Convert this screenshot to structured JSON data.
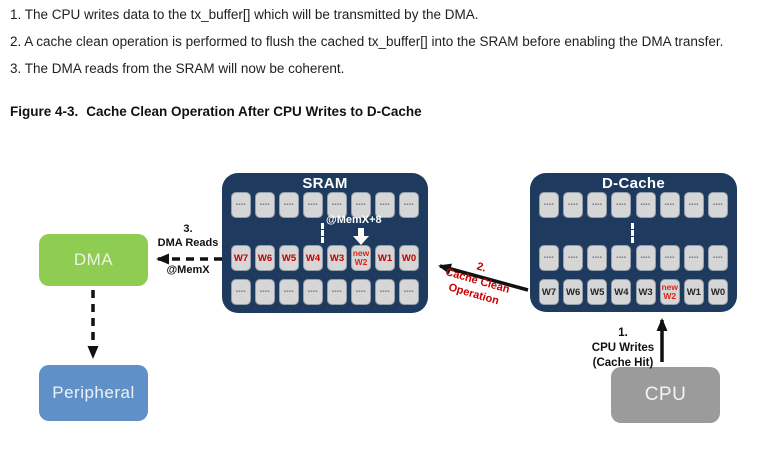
{
  "document": {
    "steps": [
      "1. The CPU writes data to the tx_buffer[] which will be transmitted by the DMA.",
      "2. A cache clean operation is performed to flush the cached tx_buffer[] into the SRAM before enabling the DMA transfer.",
      "3. The DMA reads from the SRAM will now be coherent."
    ],
    "figure_caption_prefix": "Figure 4-3.",
    "figure_caption_title": "Cache Clean Operation After CPU Writes to D-Cache"
  },
  "diagram": {
    "sram": {
      "title": "SRAM",
      "address_label": "@MemX+8",
      "rows": [
        {
          "cells": [
            {
              "lines": [
                "----"
              ],
              "style": "dash"
            },
            {
              "lines": [
                "----"
              ],
              "style": "dash"
            },
            {
              "lines": [
                "----"
              ],
              "style": "dash"
            },
            {
              "lines": [
                "----"
              ],
              "style": "dash"
            },
            {
              "lines": [
                "----"
              ],
              "style": "dash"
            },
            {
              "lines": [
                "----"
              ],
              "style": "dash"
            },
            {
              "lines": [
                "----"
              ],
              "style": "dash"
            },
            {
              "lines": [
                "----"
              ],
              "style": "dash"
            }
          ]
        },
        {
          "cells": [
            {
              "lines": [
                "W7"
              ],
              "style": "red"
            },
            {
              "lines": [
                "W6"
              ],
              "style": "red"
            },
            {
              "lines": [
                "W5"
              ],
              "style": "red"
            },
            {
              "lines": [
                "W4"
              ],
              "style": "red"
            },
            {
              "lines": [
                "W3"
              ],
              "style": "red"
            },
            {
              "lines": [
                "new",
                "W2"
              ],
              "style": "new"
            },
            {
              "lines": [
                "W1"
              ],
              "style": "red"
            },
            {
              "lines": [
                "W0"
              ],
              "style": "red"
            }
          ]
        },
        {
          "cells": [
            {
              "lines": [
                "----"
              ],
              "style": "dash"
            },
            {
              "lines": [
                "----"
              ],
              "style": "dash"
            },
            {
              "lines": [
                "----"
              ],
              "style": "dash"
            },
            {
              "lines": [
                "----"
              ],
              "style": "dash"
            },
            {
              "lines": [
                "----"
              ],
              "style": "dash"
            },
            {
              "lines": [
                "----"
              ],
              "style": "dash"
            },
            {
              "lines": [
                "----"
              ],
              "style": "dash"
            },
            {
              "lines": [
                "----"
              ],
              "style": "dash"
            }
          ]
        }
      ]
    },
    "dcache": {
      "title": "D-Cache",
      "rows": [
        {
          "cells": [
            {
              "lines": [
                "----"
              ],
              "style": "dash"
            },
            {
              "lines": [
                "----"
              ],
              "style": "dash"
            },
            {
              "lines": [
                "----"
              ],
              "style": "dash"
            },
            {
              "lines": [
                "----"
              ],
              "style": "dash"
            },
            {
              "lines": [
                "----"
              ],
              "style": "dash"
            },
            {
              "lines": [
                "----"
              ],
              "style": "dash"
            },
            {
              "lines": [
                "----"
              ],
              "style": "dash"
            },
            {
              "lines": [
                "----"
              ],
              "style": "dash"
            }
          ]
        },
        {
          "cells": [
            {
              "lines": [
                "----"
              ],
              "style": "dash"
            },
            {
              "lines": [
                "----"
              ],
              "style": "dash"
            },
            {
              "lines": [
                "----"
              ],
              "style": "dash"
            },
            {
              "lines": [
                "----"
              ],
              "style": "dash"
            },
            {
              "lines": [
                "----"
              ],
              "style": "dash"
            },
            {
              "lines": [
                "----"
              ],
              "style": "dash"
            },
            {
              "lines": [
                "----"
              ],
              "style": "dash"
            },
            {
              "lines": [
                "----"
              ],
              "style": "dash"
            }
          ]
        },
        {
          "cells": [
            {
              "lines": [
                "W7"
              ],
              "style": "dark"
            },
            {
              "lines": [
                "W6"
              ],
              "style": "dark"
            },
            {
              "lines": [
                "W5"
              ],
              "style": "dark"
            },
            {
              "lines": [
                "W4"
              ],
              "style": "dark"
            },
            {
              "lines": [
                "W3"
              ],
              "style": "dark"
            },
            {
              "lines": [
                "new",
                "W2"
              ],
              "style": "new"
            },
            {
              "lines": [
                "W1"
              ],
              "style": "dark"
            },
            {
              "lines": [
                "W0"
              ],
              "style": "dark"
            }
          ]
        }
      ]
    },
    "nodes": {
      "dma": "DMA",
      "peripheral": "Peripheral",
      "cpu": "CPU"
    },
    "annotations": {
      "dma_reads": {
        "step": "3.",
        "label": "DMA Reads",
        "address": "@MemX"
      },
      "cache_clean": {
        "step": "2.",
        "line1": "Cache Clean",
        "line2": "Operation"
      },
      "cpu_writes": {
        "step": "1.",
        "line1": "CPU Writes",
        "line2": "(Cache Hit)"
      }
    },
    "colors": {
      "memory_block_navy": "#1e3a5f",
      "cell_gray": "#d6d6d6",
      "word_red": "#c00000",
      "new_word_red": "#e02417",
      "dma_green": "#8fcc52",
      "peripheral_blue": "#6090c8",
      "cpu_gray": "#9b9b9b",
      "annotation_red": "#c80000"
    }
  }
}
